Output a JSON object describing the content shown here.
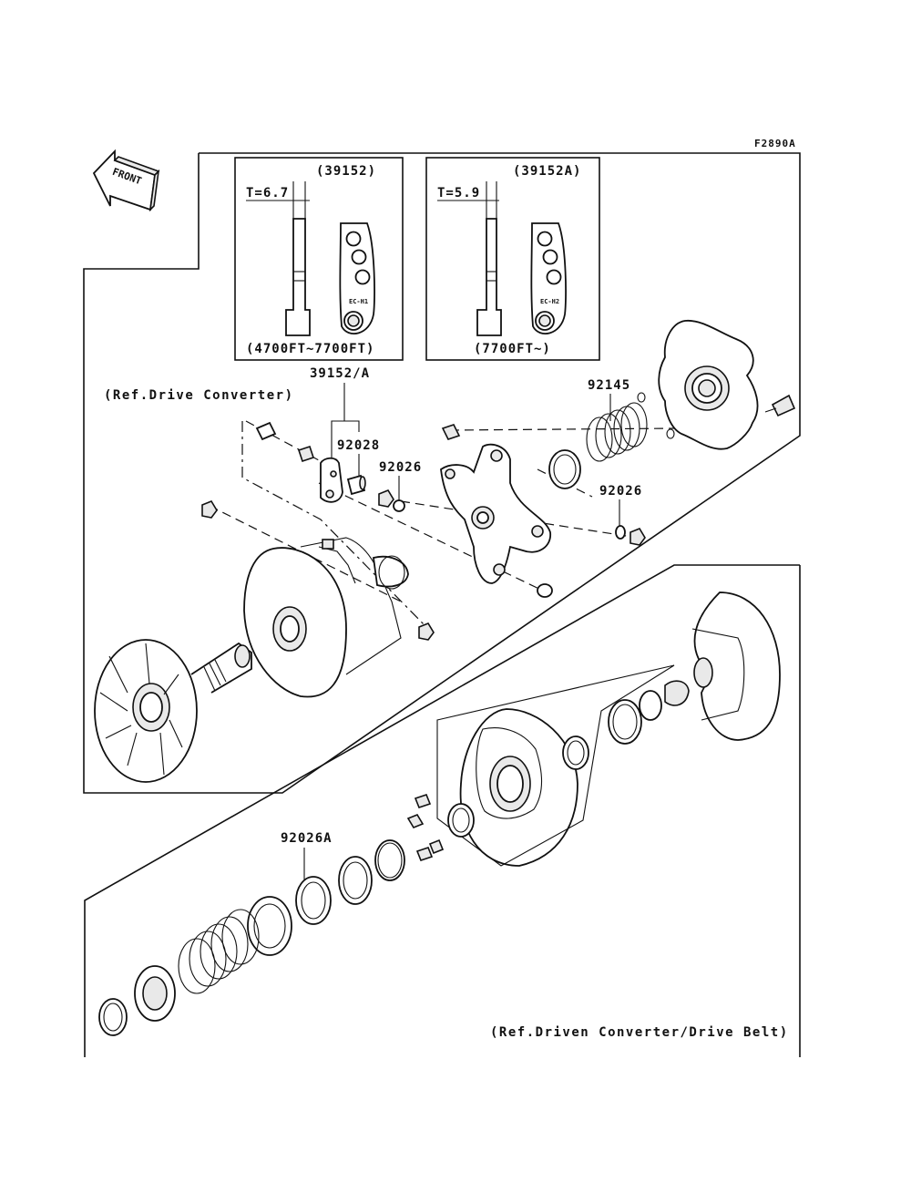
{
  "figure_code": "F2890A",
  "front_label": "FRONT",
  "insets": [
    {
      "ref": "(39152)",
      "thickness": "T=6.7",
      "mark": "EC-H1",
      "range": "(4700FT~7700FT)"
    },
    {
      "ref": "(39152A)",
      "thickness": "T=5.9",
      "mark": "EC-H2",
      "range": "(7700FT~)"
    }
  ],
  "references": {
    "drive_converter": "(Ref.Drive Converter)",
    "driven_converter": "(Ref.Driven Converter/Drive Belt)"
  },
  "callouts": {
    "weight": "39152/A",
    "roller_upper": "92028",
    "bushing_left": "92026",
    "spring": "92145",
    "bushing_right": "92026",
    "washer_lower": "92026A"
  }
}
